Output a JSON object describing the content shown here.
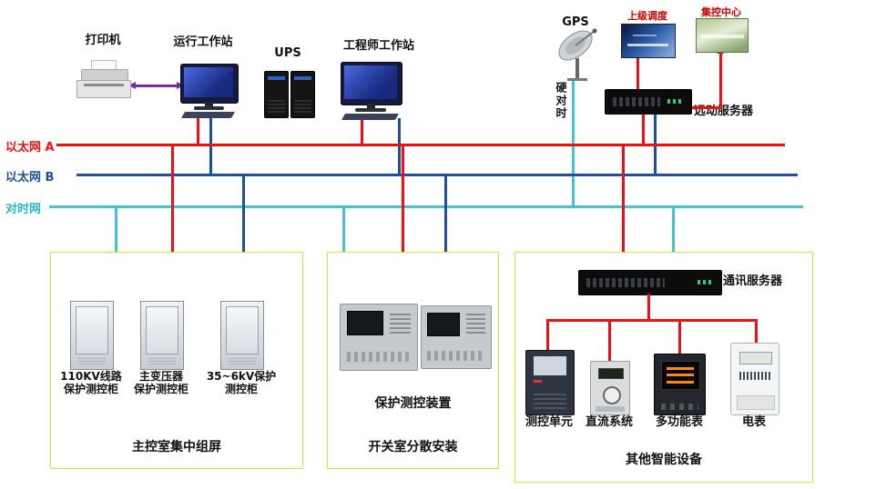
{
  "devices": {
    "printer": {
      "label": "打印机"
    },
    "operator_station": {
      "label": "运行工作站"
    },
    "ups": {
      "label": "UPS"
    },
    "engineer_station": {
      "label": "工程师工作站"
    },
    "gps": {
      "label": "GPS",
      "sync_label": "硬对时"
    },
    "superior_dispatch": {
      "label": "上级调度"
    },
    "central_control": {
      "label": "集控中心"
    },
    "telecontrol_server": {
      "label": "远动服务器"
    }
  },
  "buses": {
    "ethernet_a": {
      "label": "以太网 A",
      "color": "#ee1111"
    },
    "ethernet_b": {
      "label": "以太网 B",
      "color": "#1f4fa0"
    },
    "time_sync": {
      "label": "对时网",
      "color": "#45c3d5"
    }
  },
  "box_main_control": {
    "cabinets": [
      {
        "line1": "110KV线路",
        "line2": "保护测控柜"
      },
      {
        "line1": "主变压器",
        "line2": "保护测控柜"
      },
      {
        "line1": "35~6kV保护",
        "line2": "测控柜"
      }
    ],
    "title": "主控室集中组屏"
  },
  "box_switch_room": {
    "device_label": "保护测控装置",
    "title": "开关室分散安装"
  },
  "box_smart_devices": {
    "server_label": "通讯服务器",
    "devices": [
      {
        "label": "测控单元"
      },
      {
        "label": "直流系统"
      },
      {
        "label": "多功能表"
      },
      {
        "label": "电表"
      }
    ],
    "title": "其他智能设备"
  }
}
